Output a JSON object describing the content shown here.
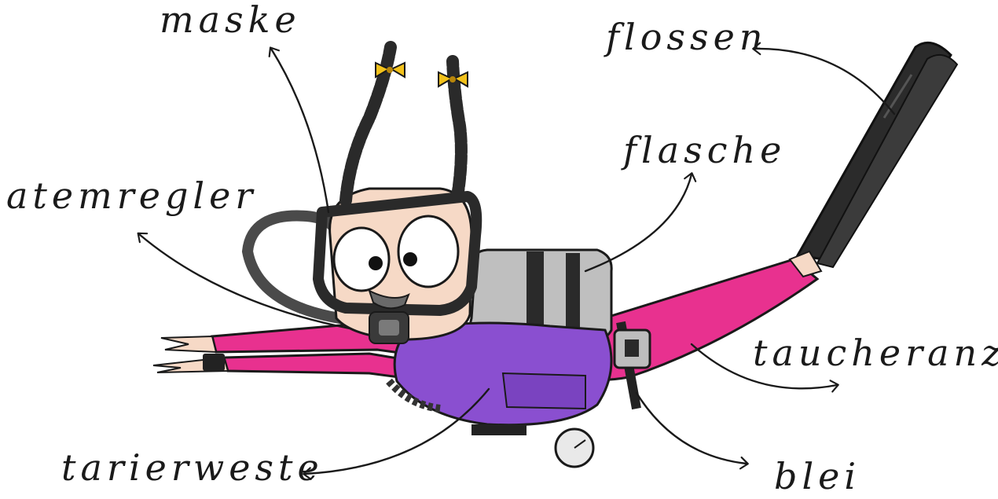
{
  "labels": {
    "maske": "maske",
    "flossen": "flossen",
    "flasche": "flasche",
    "atemregler": "atemregler",
    "taucheranzug": "taucheranzug",
    "tarierweste": "tarierweste",
    "blei": "blei"
  },
  "colors": {
    "suit": "#e8318f",
    "vest": "#8a4fd0",
    "tank": "#bfbfbf",
    "fins": "#2b2b2b",
    "skin": "#f6d9c6",
    "bows": "#f3c21b",
    "ink": "#1a1a1a"
  }
}
